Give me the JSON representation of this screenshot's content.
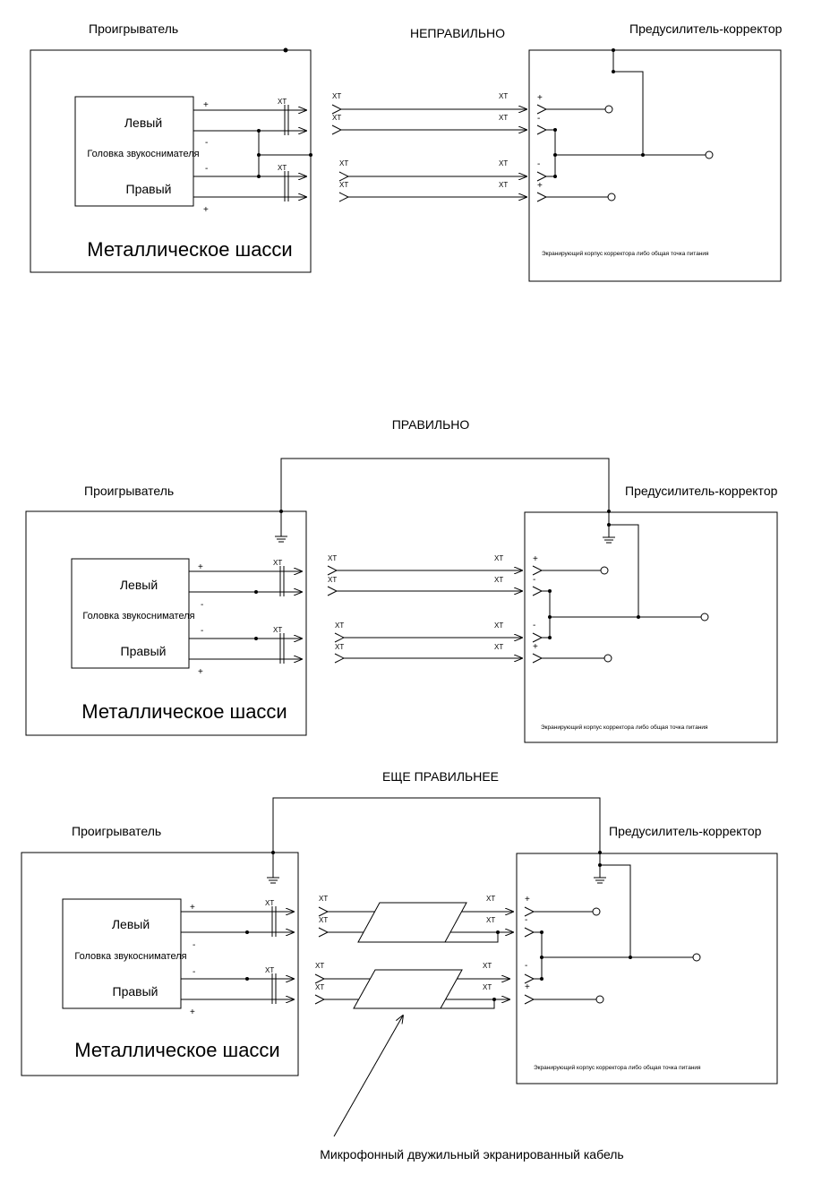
{
  "sections": [
    {
      "title": "НЕПРАВИЛЬНО",
      "player_label": "Проигрыватель",
      "preamp_label": "Предусилитель-корректор",
      "left_channel": "Левый",
      "head_label": "Головка звукоснимателя",
      "right_channel": "Правый",
      "chassis_label": "Металлическое шасси",
      "preamp_note": "Экранирующий корпус корректора либо общая точка питания",
      "connector_label": "XT",
      "plus": "+",
      "minus": "-"
    },
    {
      "title": "ПРАВИЛЬНО",
      "player_label": "Проигрыватель",
      "preamp_label": "Предусилитель-корректор",
      "left_channel": "Левый",
      "head_label": "Головка звукоснимателя",
      "right_channel": "Правый",
      "chassis_label": "Металлическое шасси",
      "preamp_note": "Экранирующий корпус корректора либо общая точка питания",
      "connector_label": "XT",
      "plus": "+",
      "minus": "-"
    },
    {
      "title": "ЕЩЕ ПРАВИЛЬНЕЕ",
      "player_label": "Проигрыватель",
      "preamp_label": "Предусилитель-корректор",
      "left_channel": "Левый",
      "head_label": "Головка звукоснимателя",
      "right_channel": "Правый",
      "chassis_label": "Металлическое шасси",
      "preamp_note": "Экранирующий корпус корректора либо общая точка питания",
      "connector_label": "XT",
      "plus": "+",
      "minus": "-"
    }
  ],
  "cable_caption": "Микрофонный двужильный экранированный кабель"
}
